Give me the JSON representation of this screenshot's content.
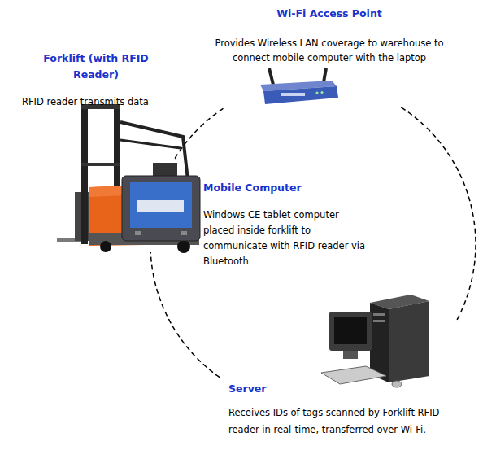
{
  "diagram": {
    "nodes": [
      {
        "text": [
          "Wi-Fi Access Point",
          "Provides Wireless LAN coverage to warehouse to connect mobile computer with the laptop"
        ]
      },
      {
        "text": [
          "Forklift (with RFID Reader)",
          "RFID reader transmits data"
        ]
      },
      {
        "text": [
          "Mobile Computer",
          "Windows CE tablet computer placed inside forklift to communicate with RFID reader via Bluetooth"
        ]
      },
      {
        "text": [
          "Server",
          "Receives IDs of tags scanned by Forklift RFID reader in real-time, transferred over Wi-Fi."
        ]
      }
    ],
    "edges": [
      {
        "from": 1,
        "to": 0,
        "arrow": "none"
      },
      {
        "from": 0,
        "to": 3,
        "arrow": "none"
      },
      {
        "from": 3,
        "to": 1,
        "arrow": "none"
      }
    ]
  }
}
